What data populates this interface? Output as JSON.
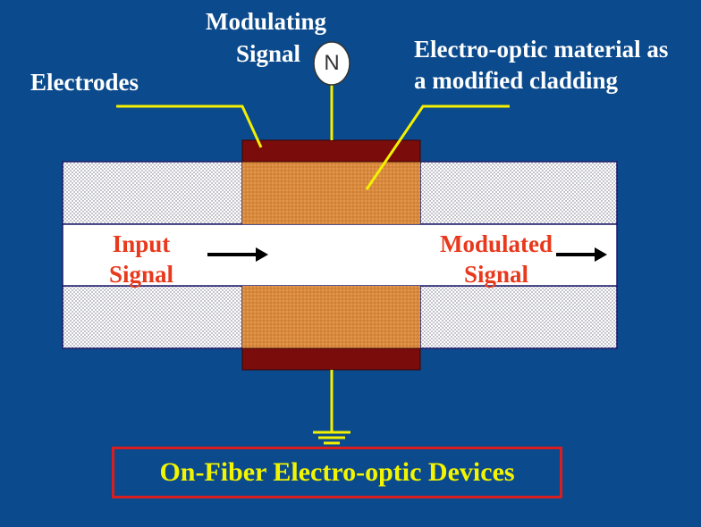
{
  "labels": {
    "modulating_signal_line1": "Modulating",
    "modulating_signal_line2": "Signal",
    "source_symbol": "N",
    "electrodes": "Electrodes",
    "material_line1": "Electro-optic material as",
    "material_line2": "a modified cladding",
    "input_line1": "Input",
    "input_line2": "Signal",
    "output_line1": "Modulated",
    "output_line2": "Signal"
  },
  "caption": "On-Fiber Electro-optic Devices",
  "colors": {
    "background": "#0b4a8c",
    "electrode": "#7a0c0c",
    "electro_optic_material": "#d9893a",
    "core": "#ffffff",
    "leader_lines": "#f3f000",
    "caption_text": "#f3f500",
    "caption_border": "#d81e1e",
    "signal_text": "#e8391c"
  }
}
